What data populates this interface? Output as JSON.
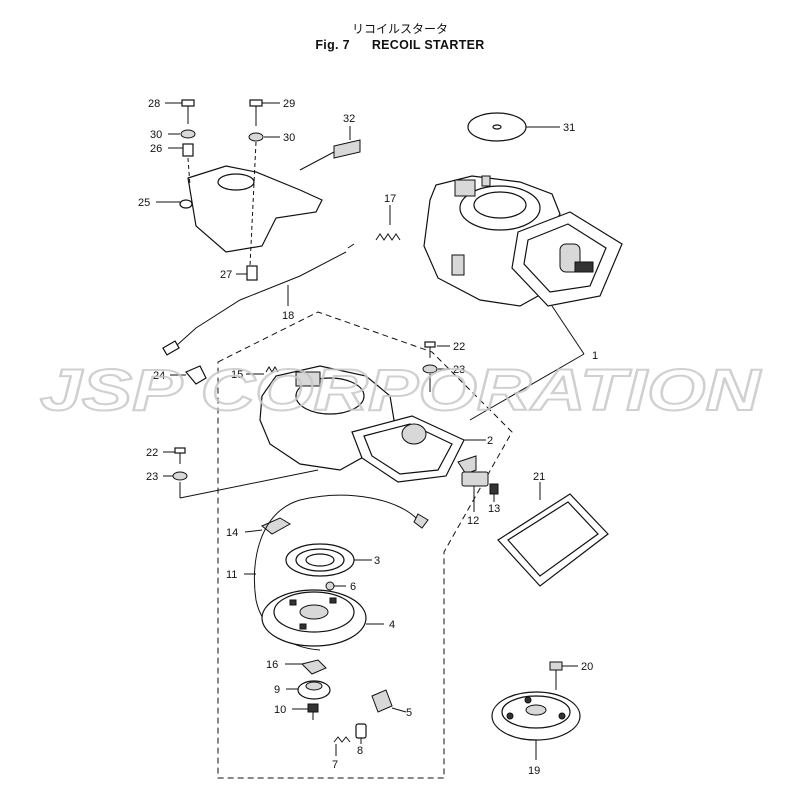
{
  "header": {
    "title_jp": "リコイルスタータ",
    "fig_label": "Fig. 7",
    "title_en": "RECOIL STARTER"
  },
  "watermark": {
    "text": "JSP CORPORATION",
    "color": "#c8c8c8"
  },
  "part_labels": {
    "p1": "1",
    "p2": "2",
    "p3": "3",
    "p4": "4",
    "p5": "5",
    "p6": "6",
    "p7": "7",
    "p8": "8",
    "p9": "9",
    "p10": "10",
    "p11": "11",
    "p12": "12",
    "p13": "13",
    "p14": "14",
    "p15": "15",
    "p16": "16",
    "p17": "17",
    "p18": "18",
    "p19": "19",
    "p20": "20",
    "p21": "21",
    "p22a": "22",
    "p22b": "22",
    "p23a": "23",
    "p23b": "23",
    "p24": "24",
    "p25": "25",
    "p26": "26",
    "p27": "27",
    "p28": "28",
    "p29": "29",
    "p30a": "30",
    "p30b": "30",
    "p31": "31",
    "p32": "32"
  }
}
